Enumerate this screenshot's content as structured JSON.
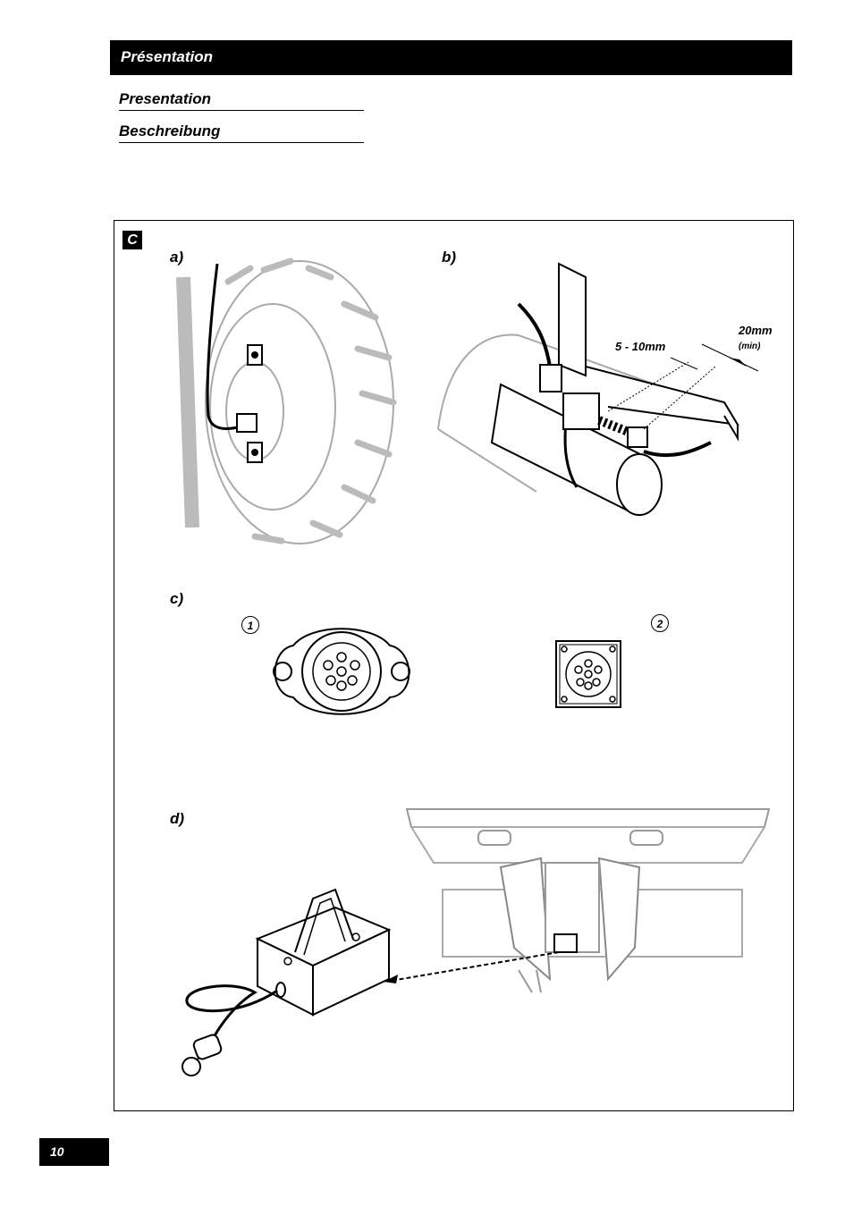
{
  "header": {
    "title": "Présentation"
  },
  "subtitles": [
    "Presentation",
    "Beschreibung"
  ],
  "figure": {
    "section": "C",
    "panels": {
      "a": "a)",
      "b": "b)",
      "c": "c)",
      "d": "d)"
    },
    "dimensions": {
      "gap": "5 - 10mm",
      "min_distance": "20mm",
      "min_note": "(min)"
    },
    "socket_labels": [
      "1",
      "2"
    ]
  },
  "footer": {
    "page_number": "10"
  }
}
